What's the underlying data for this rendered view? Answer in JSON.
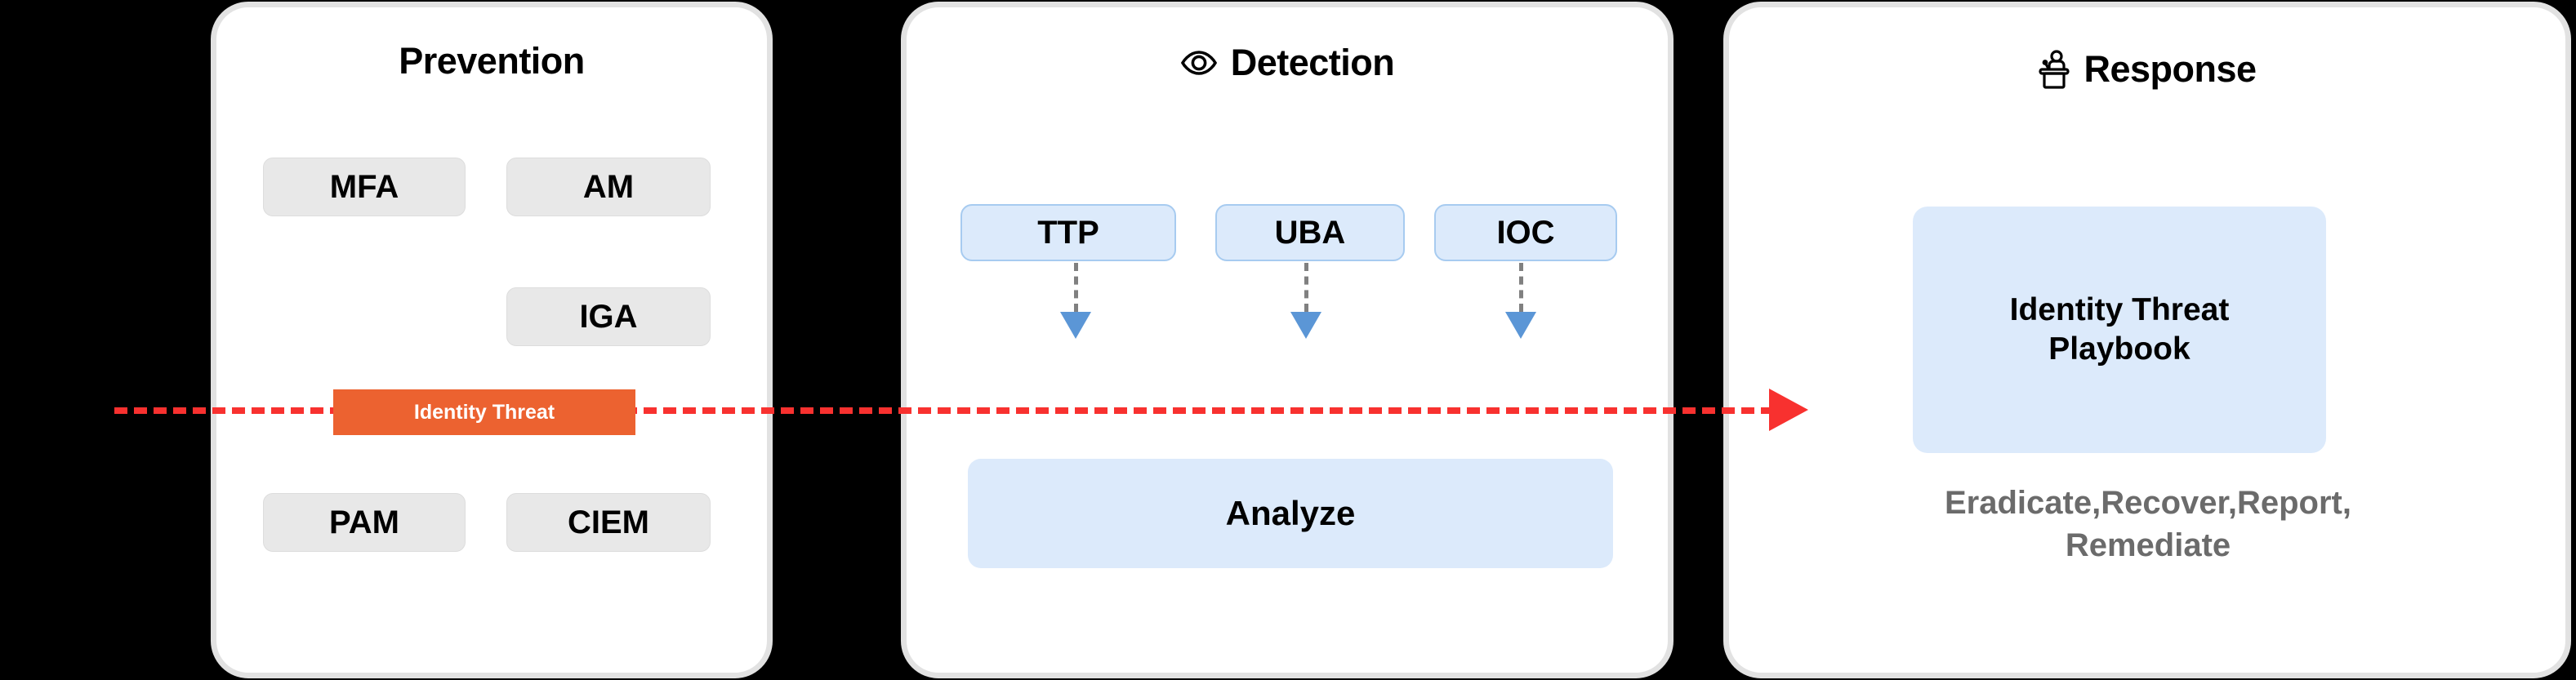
{
  "diagram": {
    "background_color": "#000000",
    "accent_red": "#f8312f",
    "accent_orange": "#ec6230",
    "accent_blue": "#dceafb",
    "chip_gray": "#e8e8e8"
  },
  "panels": {
    "prevention": {
      "title": "Prevention",
      "icon": "",
      "chips": [
        {
          "label": "MFA"
        },
        {
          "label": "AM"
        },
        {
          "label": "IGA"
        },
        {
          "label": "PAM"
        },
        {
          "label": "CIEM"
        }
      ],
      "badge": {
        "label": "Identity Threat"
      }
    },
    "detection": {
      "title": "Detection",
      "icon": "eye-icon",
      "signals": [
        {
          "label": "TTP"
        },
        {
          "label": "UBA"
        },
        {
          "label": "IOC"
        }
      ],
      "result": {
        "label": "Analyze"
      }
    },
    "response": {
      "title": "Response",
      "icon": "podium-speaker-icon",
      "playbook": {
        "label": "Identity Threat\nPlaybook"
      },
      "actions": {
        "label": "Eradicate,Recover,Report,\nRemediate"
      }
    }
  },
  "flow": {
    "label": "identity-threat-flow",
    "color": "#f8312f",
    "style": "dashed",
    "from": "Prevention",
    "to": "Response"
  }
}
